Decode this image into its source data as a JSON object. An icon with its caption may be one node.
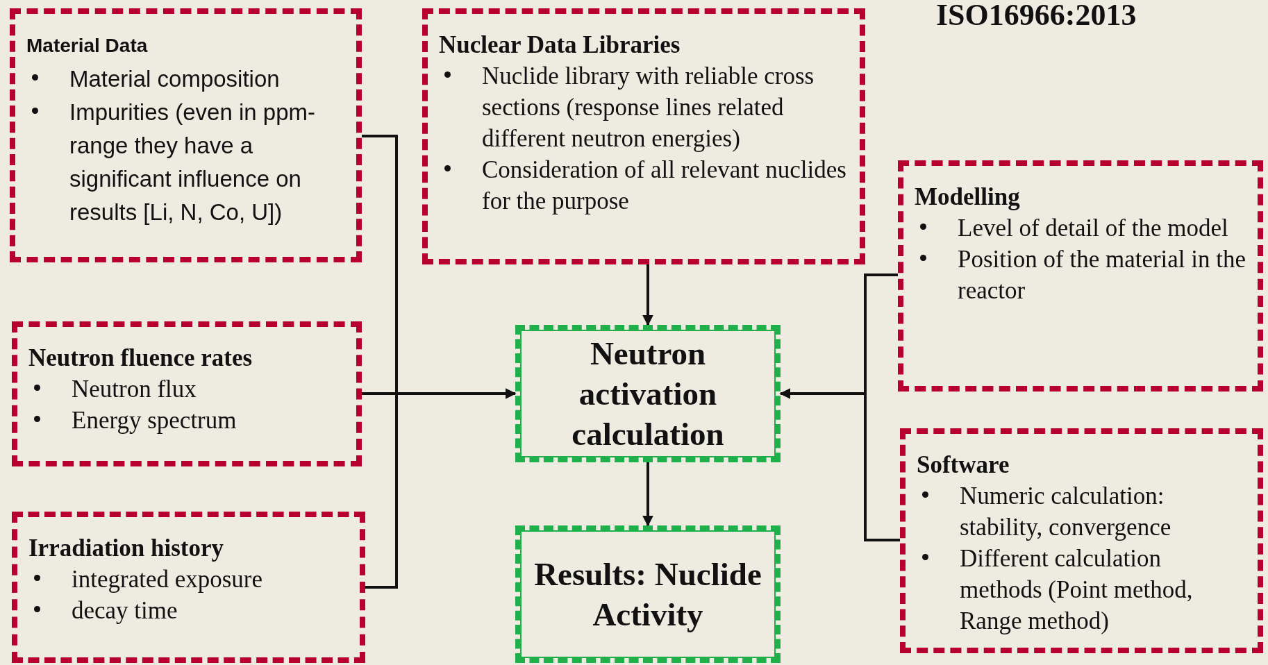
{
  "diagram": {
    "nodes": [
      {
        "text": [
          "Material Data",
          "Material composition",
          "Impurities (even in ppm-range they have a significant influence on results [Li, N, Co, U])"
        ]
      },
      {
        "text": [
          "Nuclear Data Libraries",
          "Nuclide library with reliable cross sections (response lines related different neutron energies)",
          "Consideration of all relevant nuclides for the purpose"
        ]
      },
      {
        "text": [
          "Modelling",
          "Level of detail of the model",
          "Position of the material in the reactor"
        ]
      },
      {
        "text": [
          "Neutron fluence rates",
          "Neutron flux",
          "Energy spectrum"
        ]
      },
      {
        "text": [
          "Neutron activation calculation"
        ]
      },
      {
        "text": [
          "Software",
          "Numeric calculation: stability, convergence",
          "Different calculation methods (Point method, Range method)"
        ]
      },
      {
        "text": [
          "Irradiation history",
          "integrated exposure",
          "decay time"
        ]
      },
      {
        "text": [
          "Results: Nuclide Activity"
        ]
      }
    ],
    "edges": [
      {
        "from": 0,
        "to": 4,
        "arrow": "to"
      },
      {
        "from": 3,
        "to": 4,
        "arrow": "to"
      },
      {
        "from": 6,
        "to": 4,
        "arrow": "to"
      },
      {
        "from": 1,
        "to": 4,
        "arrow": "to"
      },
      {
        "from": 2,
        "to": 4,
        "arrow": "to"
      },
      {
        "from": 5,
        "to": 4,
        "arrow": "to"
      },
      {
        "from": 4,
        "to": 7,
        "arrow": "to"
      }
    ],
    "labels": [
      "ISO16966:2013"
    ]
  }
}
